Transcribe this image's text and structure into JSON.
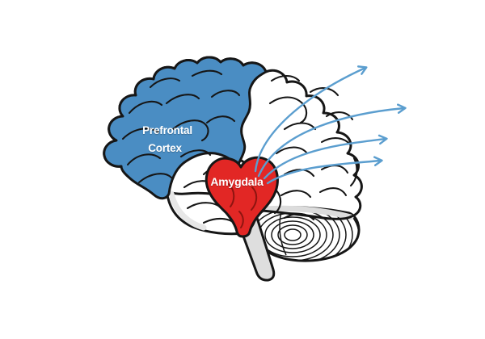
{
  "diagram": {
    "type": "brain-lateral-view",
    "labels": {
      "prefrontal_line1": "Prefrontal",
      "prefrontal_line2": "Cortex",
      "amygdala": "Amygdala"
    },
    "colors": {
      "background": "#ffffff",
      "outline": "#161616",
      "prefrontal_region": "#4a8dc3",
      "amygdala_region": "#e22725",
      "arrows": "#5b9ecf",
      "brainstem": "#dedede",
      "cerebellum": "#ffffff",
      "label_text": "#ffffff"
    },
    "arrows": {
      "count": 4,
      "description": "curved projection arrows radiating from the amygdala toward the upper right"
    }
  }
}
